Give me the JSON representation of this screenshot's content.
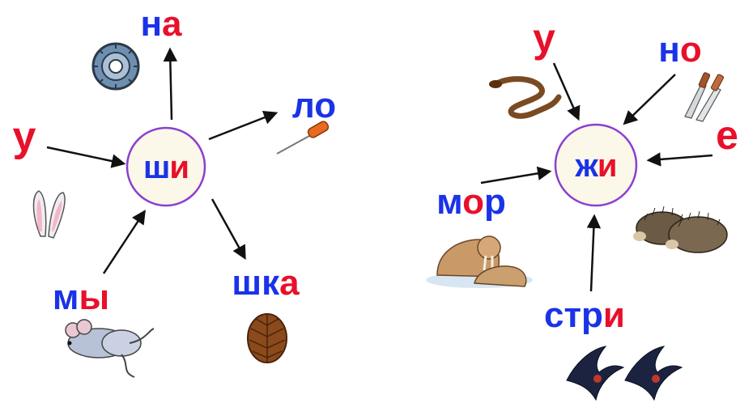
{
  "colors": {
    "consonant_blue": "#1a33e8",
    "vowel_red": "#e8102a",
    "hub_border": "#8a3fd0",
    "hub_fill": "#fbf7e9",
    "arrow": "#111111"
  },
  "left_cluster": {
    "hub": {
      "c1": "ш",
      "c2": "и"
    },
    "outer": {
      "na": {
        "p1": "н",
        "p2": "а"
      },
      "lo": {
        "p1": "ло"
      },
      "u": {
        "p1": "у"
      },
      "shka": {
        "p1": "шк",
        "p2": "а"
      },
      "my": {
        "p1": "м",
        "p2": "ы"
      }
    },
    "pictures": [
      "tire-icon",
      "awl-icon",
      "hare-ears-icon",
      "pine-cone-icon",
      "mouse-icon"
    ]
  },
  "right_cluster": {
    "hub": {
      "c1": "ж",
      "c2": "и"
    },
    "outer": {
      "u": {
        "p1": "у"
      },
      "no": {
        "p1": "н",
        "p2": "о"
      },
      "e": {
        "p1": "е"
      },
      "mor": {
        "p1": "м",
        "p2": "о",
        "p3": "р"
      },
      "stri": {
        "p1": "стр",
        "p2": "и"
      }
    },
    "pictures": [
      "snake-icon",
      "knife-icon",
      "hedgehog-icon",
      "walrus-icon",
      "swallow-icon"
    ]
  }
}
